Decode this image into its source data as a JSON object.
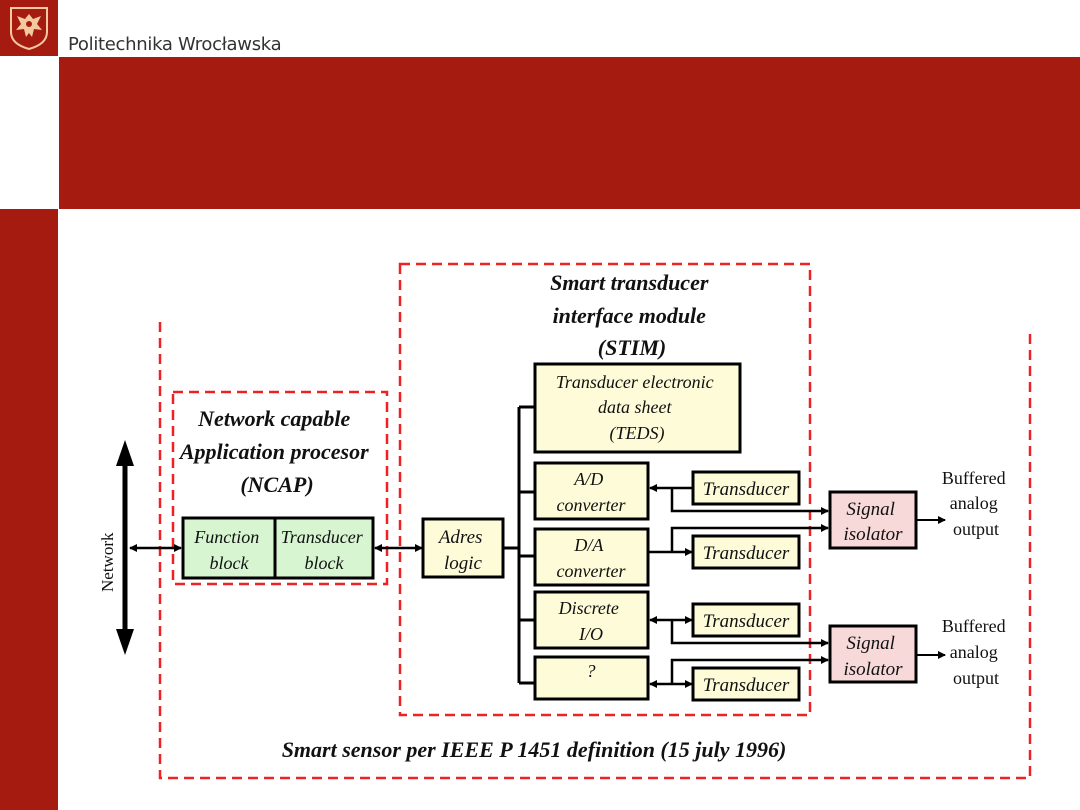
{
  "header": {
    "institution": "Politechnika Wrocławska",
    "logo_icon": "eagle-crest-icon",
    "title": ""
  },
  "colors": {
    "brand_red": "#a51b10",
    "dash_red": "#ee2222",
    "green_fill": "#d6f5d0",
    "yellow_fill": "#fdfbd8",
    "pink_fill": "#f8d9d9"
  },
  "diagram": {
    "network_label": "Network",
    "ncap": {
      "title_lines": [
        "Network capable",
        "Application procesor",
        "(NCAP)"
      ],
      "function_block": [
        "Function",
        "block"
      ],
      "transducer_block": [
        "Transducer",
        "block"
      ]
    },
    "adres_logic": [
      "Adres",
      "logic"
    ],
    "stim": {
      "title_lines": [
        "Smart transducer",
        "interface module",
        "(STIM)"
      ],
      "teds": [
        "Transducer electronic",
        "data sheet",
        "(TEDS)"
      ],
      "ad_converter": [
        "A/D",
        "converter"
      ],
      "da_converter": [
        "D/A",
        "converter"
      ],
      "discrete_io": [
        "Discrete",
        "I/O"
      ],
      "unknown": [
        "?"
      ]
    },
    "transducers": [
      "Transducer",
      "Transducer",
      "Transducer",
      "Transducer"
    ],
    "signal_isolators": [
      {
        "lines": [
          "Signal",
          "isolator"
        ],
        "output": [
          "Buffered",
          "analog",
          "output"
        ]
      },
      {
        "lines": [
          "Signal",
          "isolator"
        ],
        "output": [
          "Buffered",
          "analog",
          "output"
        ]
      }
    ],
    "caption": "Smart sensor per IEEE P 1451 definition (15 july 1996)"
  }
}
